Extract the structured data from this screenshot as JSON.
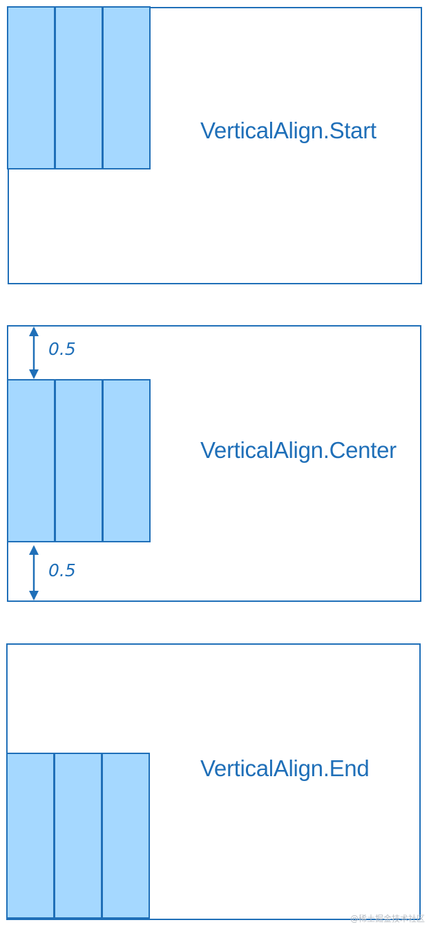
{
  "panels": [
    {
      "label": "VerticalAlign.Start"
    },
    {
      "label": "VerticalAlign.Center",
      "top_gap": "0.5",
      "bottom_gap": "0.5"
    },
    {
      "label": "VerticalAlign.End"
    }
  ],
  "items_per_row": 3,
  "colors": {
    "stroke": "#1f6fb8",
    "fill": "#a5d8ff"
  },
  "watermark": "@稀土掘金技术社区"
}
